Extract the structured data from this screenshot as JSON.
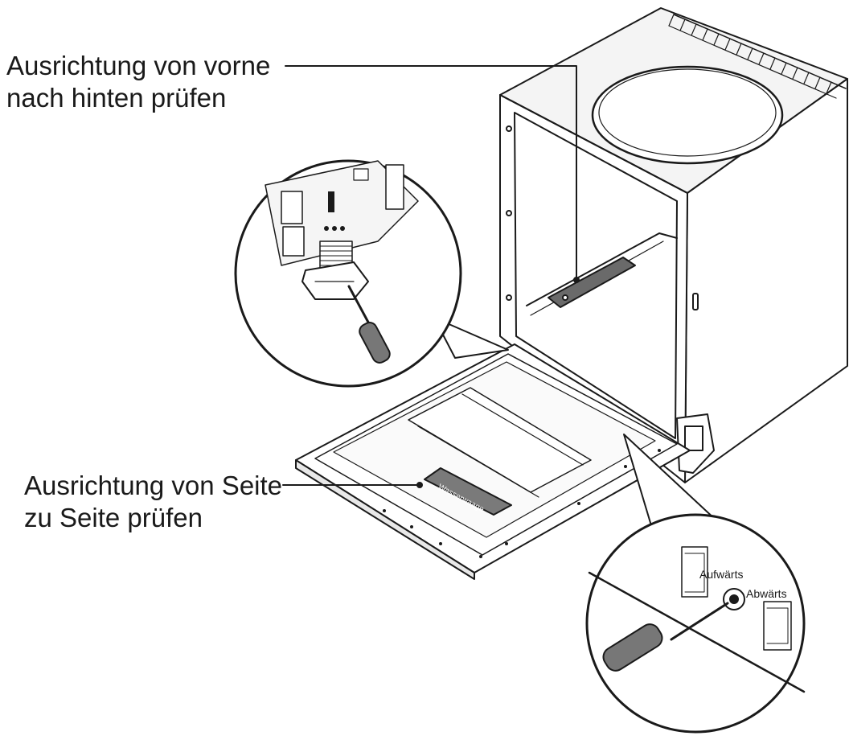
{
  "callouts": {
    "front_to_back": {
      "line1": "Ausrichtung von vorne",
      "line2": "nach hinten prüfen"
    },
    "side_to_side": {
      "line1": "Ausrichtung von Seite",
      "line2": "zu Seite prüfen"
    }
  },
  "adjuster_labels": {
    "up": "Aufwärts",
    "down": "Abwärts"
  },
  "level_text": "Wasserwaage"
}
